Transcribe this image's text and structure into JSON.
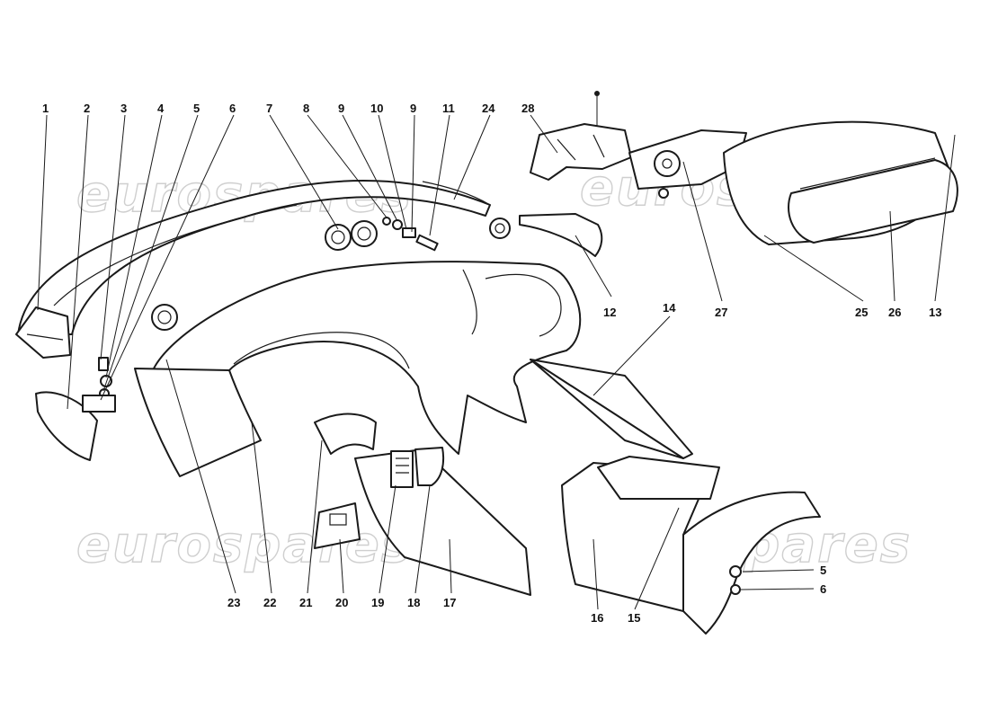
{
  "watermark": "eurospares",
  "callouts": {
    "c1": "1",
    "c2": "2",
    "c3": "3",
    "c4": "4",
    "c5": "5",
    "c6": "6",
    "c7": "7",
    "c8": "8",
    "c9a": "9",
    "c10": "10",
    "c9b": "9",
    "c11": "11",
    "c24": "24",
    "c28": "28",
    "c12": "12",
    "c27": "27",
    "c25": "25",
    "c26": "26",
    "c13": "13",
    "c14": "14",
    "c23": "23",
    "c22": "22",
    "c21": "21",
    "c20": "20",
    "c19": "19",
    "c18": "18",
    "c17": "17",
    "c16": "16",
    "c15": "15",
    "c5b": "5",
    "c6b": "6"
  },
  "colors": {
    "line": "#1a1a1a",
    "watermark": "#cfcfcf",
    "background": "#ffffff"
  }
}
